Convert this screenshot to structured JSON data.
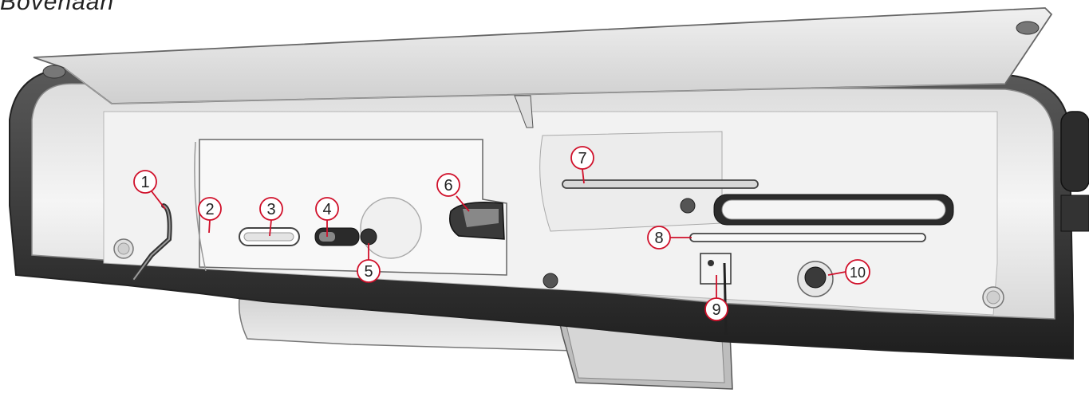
{
  "title": "Bovenaan",
  "colors": {
    "callout": "#d0102a",
    "body_dark": "#3a3a3a",
    "body_mid": "#9a9a9a",
    "body_light": "#ececec",
    "panel": "#f4f4f4"
  },
  "callouts": [
    {
      "number": "1"
    },
    {
      "number": "2"
    },
    {
      "number": "3"
    },
    {
      "number": "4"
    },
    {
      "number": "5"
    },
    {
      "number": "6"
    },
    {
      "number": "7"
    },
    {
      "number": "8"
    },
    {
      "number": "9"
    },
    {
      "number": "10"
    }
  ]
}
